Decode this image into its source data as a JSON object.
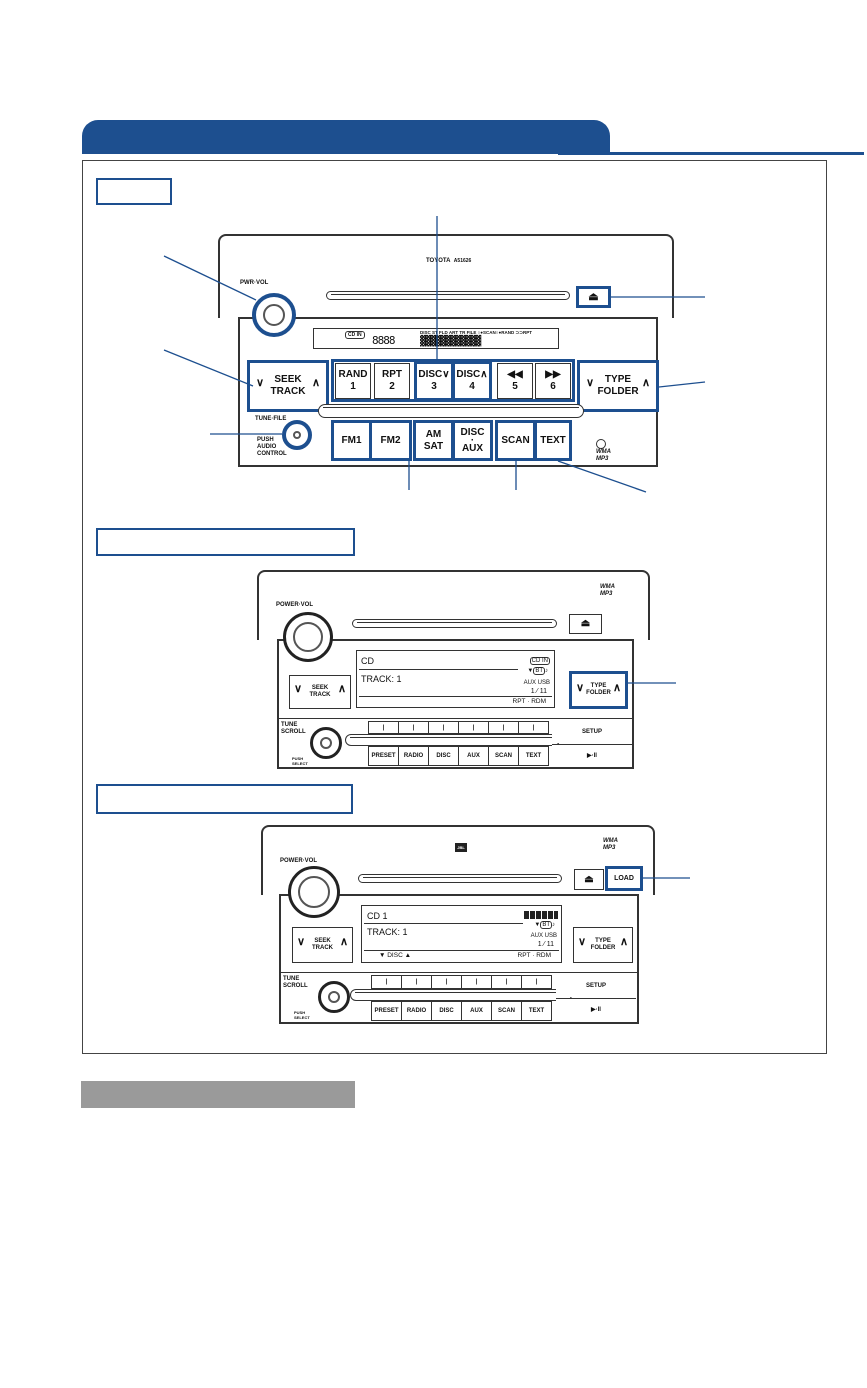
{
  "radio1": {
    "brand": "TOYOTA",
    "model": "A51626",
    "knob_label": "PWR·VOL",
    "tune_label": "TUNE·FILE",
    "push_audio": "PUSH\nAUDIO\nCONTROL",
    "display_indicators": "DISC ST FLD ART TR FILE ○●SCAN○●RAND ⊃⊃RPT",
    "disc_indicator": "CD IN",
    "seek_track": "SEEK\nTRACK",
    "type_folder": "TYPE\nFOLDER",
    "presets": [
      {
        "label": "RAND\n1"
      },
      {
        "label": "RPT\n2"
      },
      {
        "label": "DISC∨\n3"
      },
      {
        "label": "DISC∧\n4"
      },
      {
        "label": "◀◀\n5"
      },
      {
        "label": "▶▶\n6"
      }
    ],
    "bottom_buttons": [
      {
        "label": "FM1"
      },
      {
        "label": "FM2"
      },
      {
        "label": "AM\nSAT"
      },
      {
        "label": "DISC\n·\nAUX"
      },
      {
        "label": "SCAN"
      },
      {
        "label": "TEXT"
      }
    ],
    "wma_mp3": "WMA\nMP3",
    "eject": "⏏"
  },
  "radio2": {
    "knob_label": "POWER·VOL",
    "wma_mp3": "WMA\nMP3",
    "display_line1": "CD",
    "display_line2": "TRACK: 1",
    "display_cdin": "CD IN",
    "display_bt": "BT",
    "display_auxusb": "AUX USB",
    "display_count": "1 ⁄ 11",
    "display_bottom": "RPT  ·  RDM",
    "seek_track": "SEEK\nTRACK",
    "type_folder": "TYPE\nFOLDER",
    "tune_label": "TUNE\nSCROLL",
    "push_select": "PUSH\nSELECT",
    "setup": "SETUP",
    "play_pause": "▶·II",
    "buttons": [
      "PRESET",
      "RADIO",
      "DISC",
      "AUX",
      "SCAN",
      "TEXT"
    ],
    "eject": "⏏"
  },
  "radio3": {
    "brand": "JBL",
    "knob_label": "POWER·VOL",
    "wma_mp3": "WMA\nMP3",
    "load": "LOAD",
    "display_line1": "CD 1",
    "display_line2": "TRACK: 1",
    "display_bt": "BT",
    "display_auxusb": "AUX USB",
    "display_count": "1 ⁄ 11",
    "display_bottom_left": "▼  DISC  ▲",
    "display_bottom_right": "RPT  ·  RDM",
    "seek_track": "SEEK\nTRACK",
    "type_folder": "TYPE\nFOLDER",
    "tune_label": "TUNE\nSCROLL",
    "push_select": "PUSH\nSELECT",
    "setup": "SETUP",
    "play_pause": "▶·II",
    "buttons": [
      "PRESET",
      "RADIO",
      "DISC",
      "AUX",
      "SCAN",
      "TEXT"
    ],
    "eject": "⏏"
  }
}
